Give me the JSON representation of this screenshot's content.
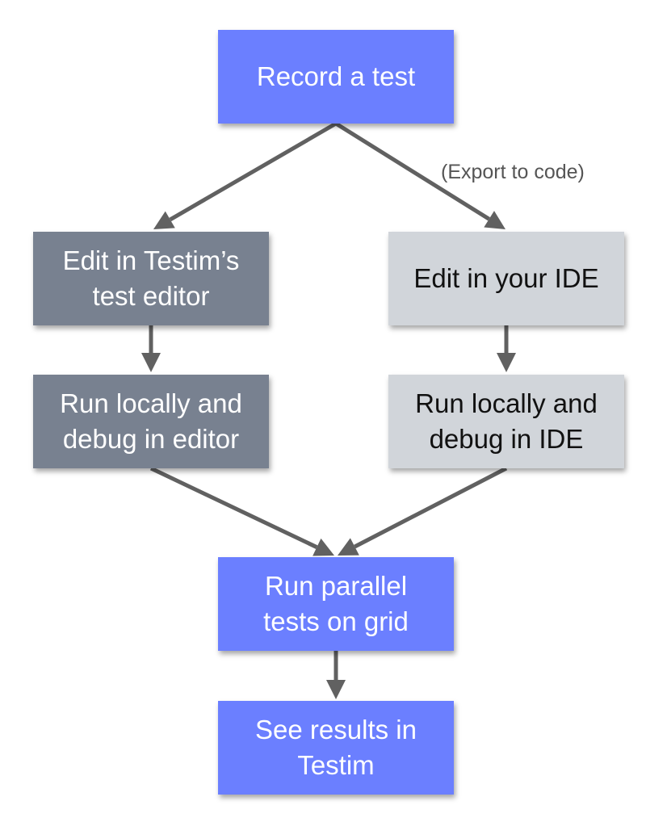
{
  "colors": {
    "primary": "#6b7fff",
    "testim_path": "#788190",
    "ide_path": "#d1d5da",
    "arrow": "#616161"
  },
  "nodes": {
    "record": {
      "label": "Record a test",
      "style": "primary"
    },
    "edit_testim": {
      "label": "Edit in Testim’s\ntest editor",
      "style": "testim_path"
    },
    "edit_ide": {
      "label": "Edit in your IDE",
      "style": "ide_path"
    },
    "run_local_editor": {
      "label": "Run locally and\ndebug in editor",
      "style": "testim_path"
    },
    "run_local_ide": {
      "label": "Run locally and\ndebug in IDE",
      "style": "ide_path"
    },
    "run_grid": {
      "label": "Run parallel\ntests on grid",
      "style": "primary"
    },
    "see_results": {
      "label": "See results in\nTestim",
      "style": "primary"
    }
  },
  "edges": [
    {
      "from": "record",
      "to": "edit_testim",
      "label": ""
    },
    {
      "from": "record",
      "to": "edit_ide",
      "label": "(Export to code)"
    },
    {
      "from": "edit_testim",
      "to": "run_local_editor",
      "label": ""
    },
    {
      "from": "edit_ide",
      "to": "run_local_ide",
      "label": ""
    },
    {
      "from": "run_local_editor",
      "to": "run_grid",
      "label": ""
    },
    {
      "from": "run_local_ide",
      "to": "run_grid",
      "label": ""
    },
    {
      "from": "run_grid",
      "to": "see_results",
      "label": ""
    }
  ],
  "annotations": {
    "export_label": "(Export to code)"
  }
}
